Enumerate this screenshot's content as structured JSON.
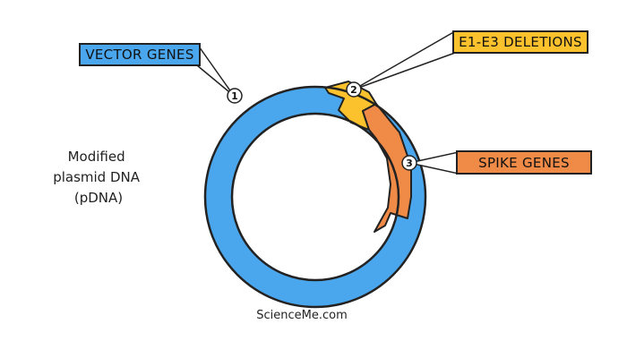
{
  "diagram": {
    "caption_lines": [
      "Modified",
      "plasmid DNA",
      "(pDNA)"
    ],
    "credit": "ScienceMe.com",
    "labels": [
      {
        "number": "1",
        "text": "VECTOR GENES",
        "color": "#4aa7ee"
      },
      {
        "number": "2",
        "text": "E1-E3 DELETIONS",
        "color": "#fcc22d"
      },
      {
        "number": "3",
        "text": "SPIKE GENES",
        "color": "#ef8a47"
      }
    ],
    "colors": {
      "vector": "#4aa7ee",
      "deletions": "#fcc22d",
      "spike": "#ef8a47",
      "outline": "#222222"
    }
  }
}
